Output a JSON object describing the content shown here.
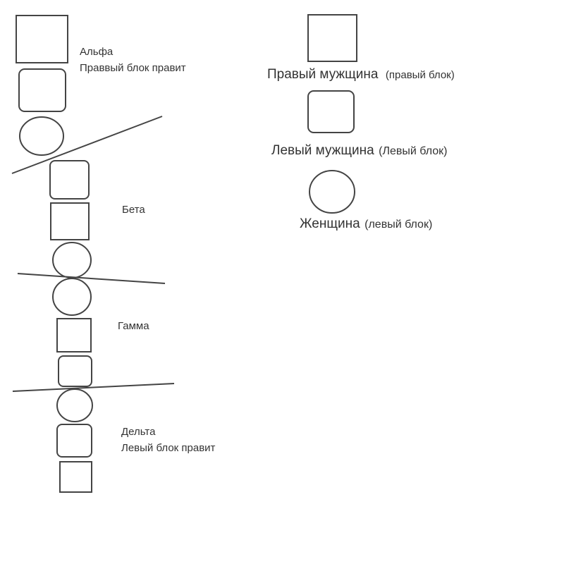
{
  "groups": [
    {
      "name": "Альфа",
      "note": "Праввый блок правит"
    },
    {
      "name": "Бета",
      "note": ""
    },
    {
      "name": "Гамма",
      "note": ""
    },
    {
      "name": "Дельта",
      "note": "Левый блок правит"
    }
  ],
  "legend": [
    {
      "shape": "square",
      "label": "Правый мужщина",
      "paren": "(правый блок)"
    },
    {
      "shape": "rounded-square",
      "label": "Левый мужщина",
      "paren": "(Левый блок)"
    },
    {
      "shape": "circle",
      "label": "Женщина",
      "paren": "(левый блок)"
    }
  ],
  "colors": {
    "stroke": "#444444",
    "text": "#333333"
  }
}
